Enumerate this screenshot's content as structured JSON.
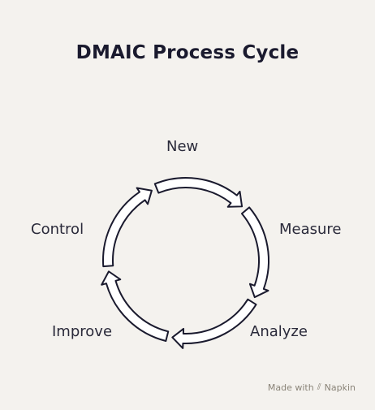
{
  "title": "DMAIC Process Cycle",
  "stages": [
    {
      "label": "New"
    },
    {
      "label": "Measure"
    },
    {
      "label": "Analyze"
    },
    {
      "label": "Improve"
    },
    {
      "label": "Control"
    }
  ],
  "watermark": {
    "prefix": "Made with",
    "brand": "Napkin"
  },
  "colors": {
    "background": "#f4f2ee",
    "arrow_fill": "#ffffff",
    "arrow_stroke": "#1a1a2e",
    "text": "#1a1a2e"
  }
}
